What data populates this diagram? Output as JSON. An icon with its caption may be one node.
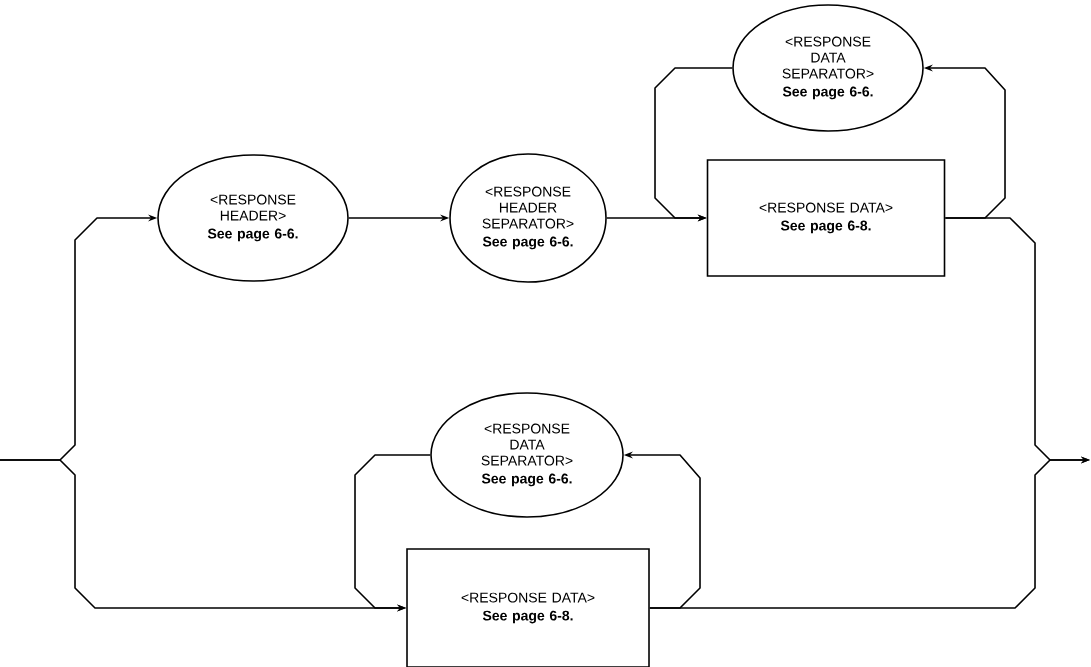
{
  "diagram": {
    "nodes": [
      {
        "text": [
          "<RESPONSE HEADER>",
          "See page 6-6."
        ]
      },
      {
        "text": [
          "<RESPONSE HEADER SEPARATOR>",
          "See page 6-6."
        ]
      },
      {
        "text": [
          "<RESPONSE DATA SEPARATOR>",
          "See page 6-6."
        ]
      },
      {
        "text": [
          "<RESPONSE DATA>",
          "See page 6-8."
        ]
      },
      {
        "text": [
          "<RESPONSE DATA SEPARATOR>",
          "See page 6-6."
        ]
      },
      {
        "text": [
          "<RESPONSE DATA>",
          "See page 6-8."
        ]
      }
    ],
    "edges": [
      {
        "from": null,
        "to": 0,
        "arrow": "to"
      },
      {
        "from": 0,
        "to": 1,
        "arrow": "to"
      },
      {
        "from": 1,
        "to": 3,
        "arrow": "to"
      },
      {
        "from": 3,
        "to": 2,
        "arrow": "to"
      },
      {
        "from": 2,
        "to": 3,
        "arrow": "to"
      },
      {
        "from": 3,
        "to": null,
        "arrow": "to"
      },
      {
        "from": null,
        "to": 5,
        "arrow": "to"
      },
      {
        "from": 4,
        "to": 5,
        "arrow": "to"
      },
      {
        "from": 5,
        "to": 4,
        "arrow": "to"
      },
      {
        "from": 5,
        "to": null,
        "arrow": "to"
      }
    ]
  }
}
